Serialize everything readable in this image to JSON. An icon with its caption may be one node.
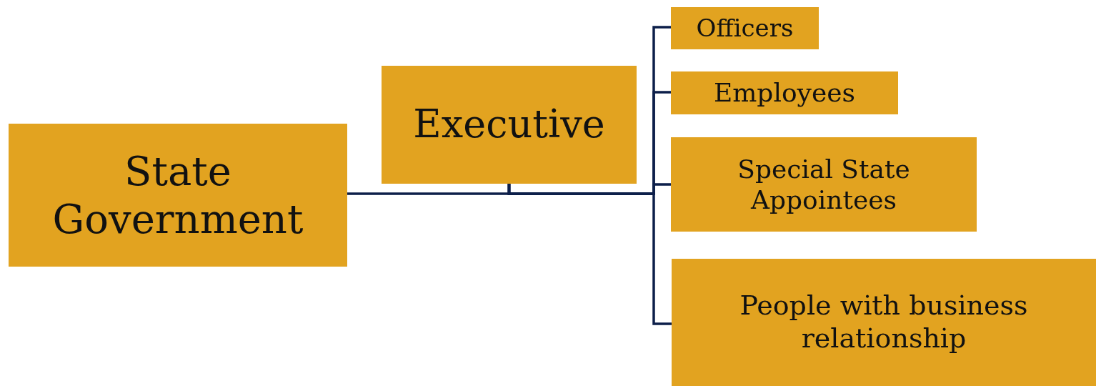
{
  "diagram": {
    "nodes": [
      {
        "text": [
          "State Government"
        ]
      },
      {
        "text": [
          "Executive"
        ]
      },
      {
        "text": [
          "Officers"
        ]
      },
      {
        "text": [
          "Employees"
        ]
      },
      {
        "text": [
          "Special State Appointees"
        ]
      },
      {
        "text": [
          "People with business relationship"
        ]
      }
    ],
    "edges": [
      {
        "from": 0,
        "to": 1,
        "arrow": "none"
      },
      {
        "from": 1,
        "to": 2,
        "arrow": "none"
      },
      {
        "from": 1,
        "to": 3,
        "arrow": "none"
      },
      {
        "from": 1,
        "to": 4,
        "arrow": "none"
      },
      {
        "from": 1,
        "to": 5,
        "arrow": "none"
      }
    ]
  }
}
